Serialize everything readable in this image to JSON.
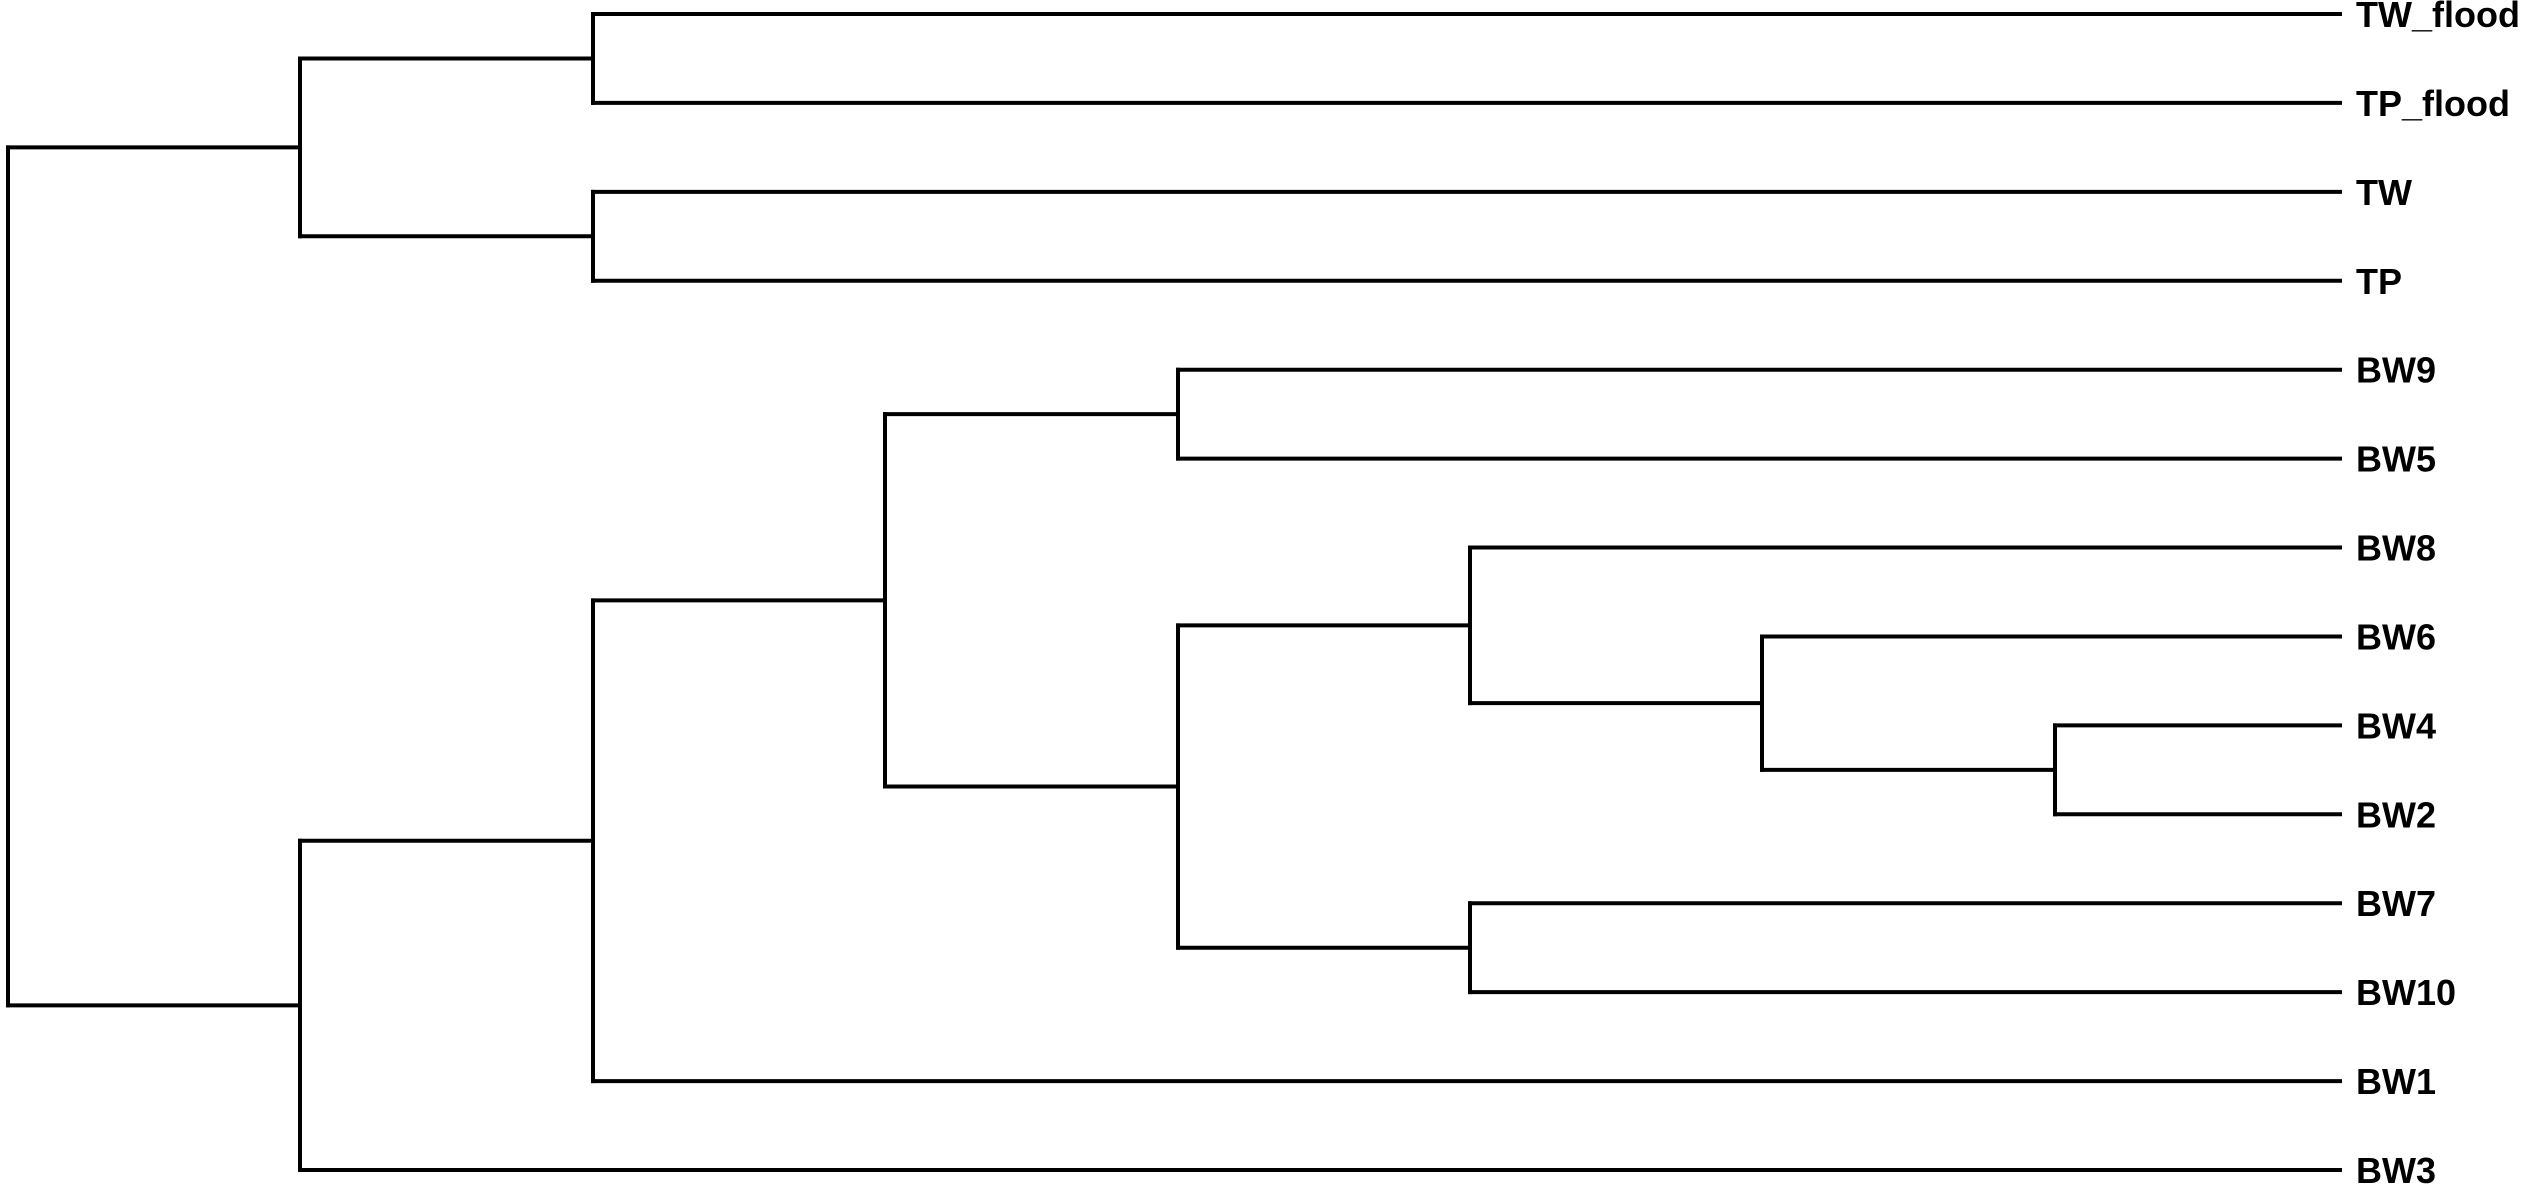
{
  "dendrogram": {
    "leaves": [
      "TW_flood",
      "TP_flood",
      "TW",
      "TP",
      "BW9",
      "BW5",
      "BW8",
      "BW6",
      "BW4",
      "BW2",
      "BW7",
      "BW10",
      "BW1",
      "BW3"
    ],
    "tree": {
      "children": [
        {
          "children": [
            {
              "children": [
                {
                  "leaf": "TW_flood"
                },
                {
                  "leaf": "TP_flood"
                }
              ]
            },
            {
              "children": [
                {
                  "leaf": "TW"
                },
                {
                  "leaf": "TP"
                }
              ]
            }
          ]
        },
        {
          "children": [
            {
              "children": [
                {
                  "children": [
                    {
                      "children": [
                        {
                          "leaf": "BW9"
                        },
                        {
                          "leaf": "BW5"
                        }
                      ]
                    },
                    {
                      "children": [
                        {
                          "children": [
                            {
                              "leaf": "BW8"
                            },
                            {
                              "children": [
                                {
                                  "leaf": "BW6"
                                },
                                {
                                  "children": [
                                    {
                                      "leaf": "BW4"
                                    },
                                    {
                                      "leaf": "BW2"
                                    }
                                  ]
                                }
                              ]
                            }
                          ]
                        },
                        {
                          "children": [
                            {
                              "leaf": "BW7"
                            },
                            {
                              "leaf": "BW10"
                            }
                          ]
                        }
                      ]
                    }
                  ]
                },
                {
                  "leaf": "BW1"
                }
              ]
            },
            {
              "leaf": "BW3"
            }
          ]
        }
      ]
    },
    "line_color": "#000000",
    "label_color": "#000000"
  }
}
